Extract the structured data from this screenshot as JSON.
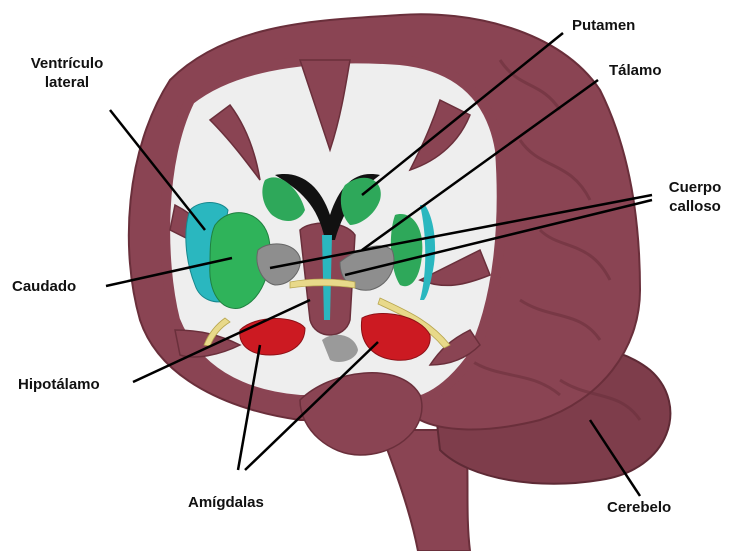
{
  "labels": {
    "ventriculo_lateral": "Ventrículo lateral",
    "ventriculo_line1": "Ventrículo",
    "ventriculo_line2": "lateral",
    "putamen": "Putamen",
    "talamo": "Tálamo",
    "cuerpo_calloso_line1": "Cuerpo",
    "cuerpo_calloso_line2": "calloso",
    "caudado": "Caudado",
    "hipotalamo": "Hipotálamo",
    "amigdalas": "Amígdalas",
    "cerebelo": "Cerebelo"
  },
  "colors": {
    "brain": "#8a4453",
    "brain_dark": "#6a2f3b",
    "white_matter": "#eeeeee",
    "ventricle": "#2ab7bf",
    "caudate": "#2fb35a",
    "putamen": "#2ea85a",
    "thalamus": "#8e8e8e",
    "amygdala": "#cc1a22",
    "corpus_callosum": "#e8d98a",
    "leader_line": "#000000"
  }
}
